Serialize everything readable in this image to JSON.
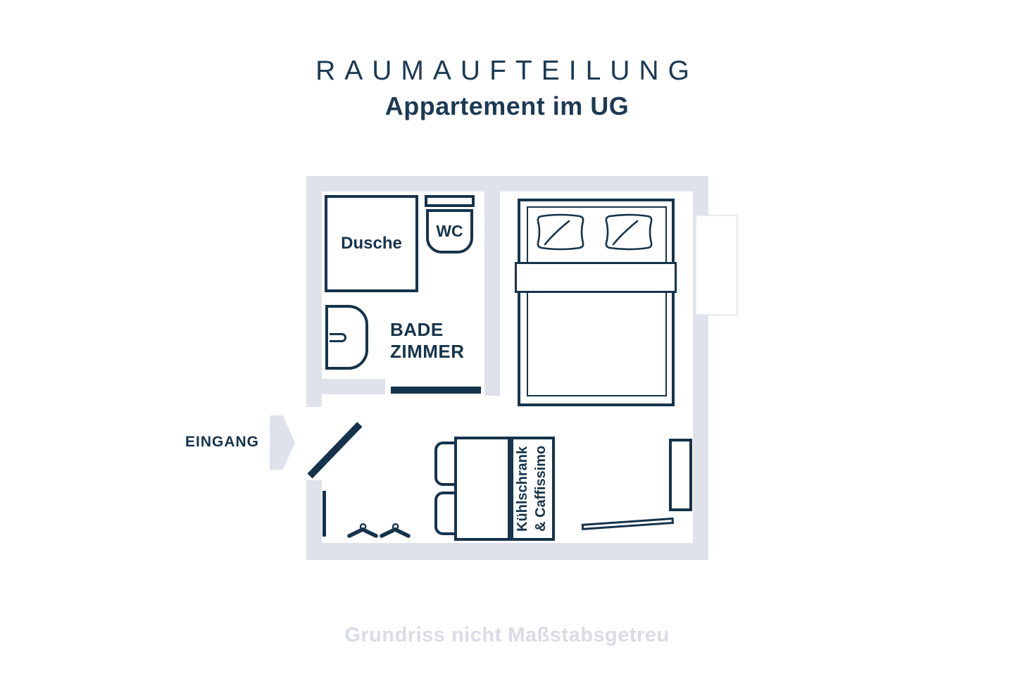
{
  "title": {
    "heading": "RAUMAUFTEILUNG",
    "subheading": "Appartement im UG"
  },
  "plan": {
    "rooms": {
      "shower_label": "Dusche",
      "wc_label": "WC",
      "bathroom_label_line1": "BADE",
      "bathroom_label_line2": "ZIMMER"
    },
    "entrance_label": "EINGANG",
    "fridge_label_line1": "Kühlschrank",
    "fridge_label_line2": "& Caffissimo"
  },
  "footer": {
    "note": "Grundriss nicht Maßstabsgetreu"
  },
  "colors": {
    "title_navy": "#1d3a54",
    "line_navy": "#16334c",
    "wall_gray": "#dfe2eb",
    "footer_gray": "#d9dce6"
  }
}
